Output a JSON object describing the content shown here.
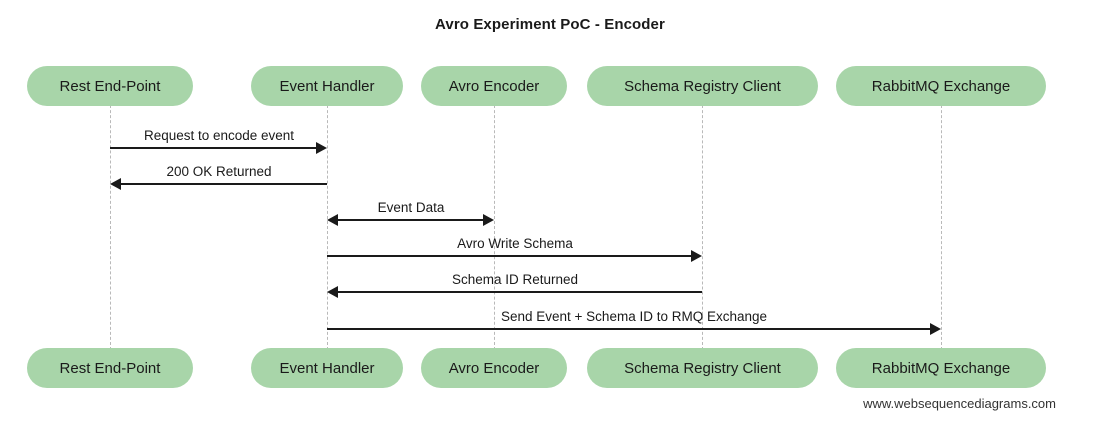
{
  "diagram": {
    "type": "sequence-diagram",
    "title": "Avro Experiment PoC - Encoder",
    "footer": "www.websequencediagrams.com",
    "colors": {
      "participant_fill": "#a8d5a9",
      "text": "#1a1a1a",
      "lifeline": "#b9b9b9",
      "arrow": "#1a1a1a",
      "background": "#ffffff"
    },
    "participants": [
      {
        "id": "rest-end-point",
        "label": "Rest End-Point"
      },
      {
        "id": "event-handler",
        "label": "Event Handler"
      },
      {
        "id": "avro-encoder",
        "label": "Avro Encoder"
      },
      {
        "id": "schema-registry-client",
        "label": "Schema Registry Client"
      },
      {
        "id": "rabbitmq-exchange",
        "label": "RabbitMQ Exchange"
      }
    ],
    "messages": [
      {
        "index": 1,
        "label": "Request to encode event",
        "from": "rest-end-point",
        "to": "event-handler",
        "direction": "right"
      },
      {
        "index": 2,
        "label": "200 OK Returned",
        "from": "event-handler",
        "to": "rest-end-point",
        "direction": "left"
      },
      {
        "index": 3,
        "label": "Event Data",
        "from": "event-handler",
        "to": "avro-encoder",
        "direction": "both"
      },
      {
        "index": 4,
        "label": "Avro Write Schema",
        "from": "event-handler",
        "to": "schema-registry-client",
        "direction": "right"
      },
      {
        "index": 5,
        "label": "Schema ID Returned",
        "from": "schema-registry-client",
        "to": "event-handler",
        "direction": "left"
      },
      {
        "index": 6,
        "label": "Send Event + Schema ID to RMQ Exchange",
        "from": "event-handler",
        "to": "rabbitmq-exchange",
        "direction": "right"
      }
    ]
  }
}
